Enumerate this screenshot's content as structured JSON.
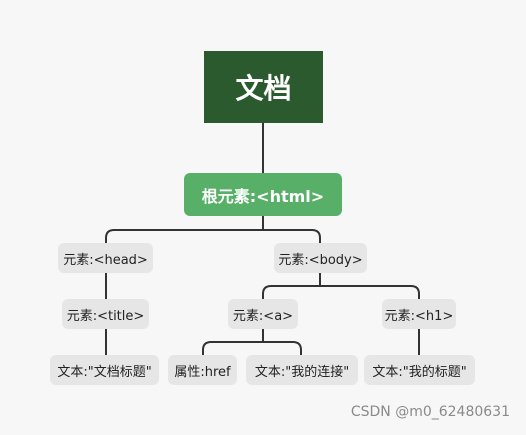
{
  "root": {
    "label": "文档"
  },
  "html": {
    "label": "根元素:<html>"
  },
  "head": {
    "label": "元素:<head>"
  },
  "body": {
    "label": "元素:<body>"
  },
  "title": {
    "label": "元素:<title>"
  },
  "a": {
    "label": "元素:<a>"
  },
  "h1": {
    "label": "元素:<h1>"
  },
  "text_title": {
    "label": "文本:\"文档标题\""
  },
  "attr_href": {
    "label": "属性:href"
  },
  "text_link": {
    "label": "文本:\"我的连接\""
  },
  "text_h1": {
    "label": "文本:\"我的标题\""
  },
  "watermark": "CSDN @m0_62480631",
  "colors": {
    "root_bg": "#2b5a2f",
    "html_bg": "#58b068",
    "leaf_bg": "#e6e6e6",
    "connector": "#333333",
    "background": "#f7f7f7"
  }
}
